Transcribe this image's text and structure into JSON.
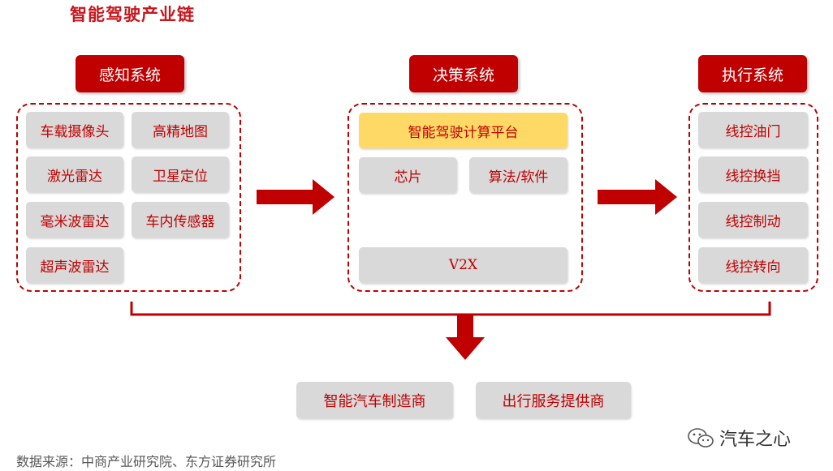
{
  "title": "智能驾驶产业链",
  "perception": {
    "header": "感知系统",
    "items": [
      "车载摄像头",
      "高精地图",
      "激光雷达",
      "卫星定位",
      "毫米波雷达",
      "车内传感器",
      "超声波雷达"
    ]
  },
  "decision": {
    "header": "决策系统",
    "platform": "智能驾驶计算平台",
    "chip": "芯片",
    "algorithm": "算法/软件",
    "v2x": "V2X"
  },
  "execution": {
    "header": "执行系统",
    "items": [
      "线控油门",
      "线控换挡",
      "线控制动",
      "线控转向"
    ]
  },
  "outputs": [
    "智能汽车制造商",
    "出行服务提供商"
  ],
  "source": "数据来源：中商产业研究院、东方证券研究所",
  "watermark": "汽车之心",
  "colors": {
    "accent": "#c00000",
    "title": "#c8161d",
    "box": "#d9d9d9",
    "highlight": "#ffd966"
  }
}
